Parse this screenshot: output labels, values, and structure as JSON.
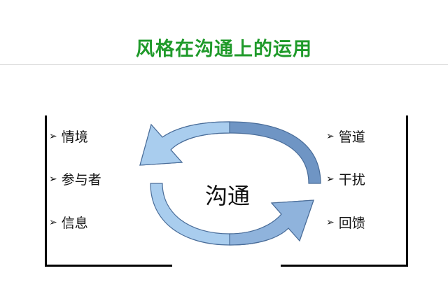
{
  "title": "风格在沟通上的运用",
  "center_label": "沟通",
  "left_items": [
    "情境",
    "参与者",
    "信息"
  ],
  "right_items": [
    "管道",
    "干扰",
    "回馈"
  ],
  "bullet_glyph": "➢",
  "colors": {
    "title": "#1f9a2a",
    "arrow_light": "#a9cdee",
    "arrow_dark": "#6f95c4",
    "arrow_stroke": "#4a6d99"
  }
}
